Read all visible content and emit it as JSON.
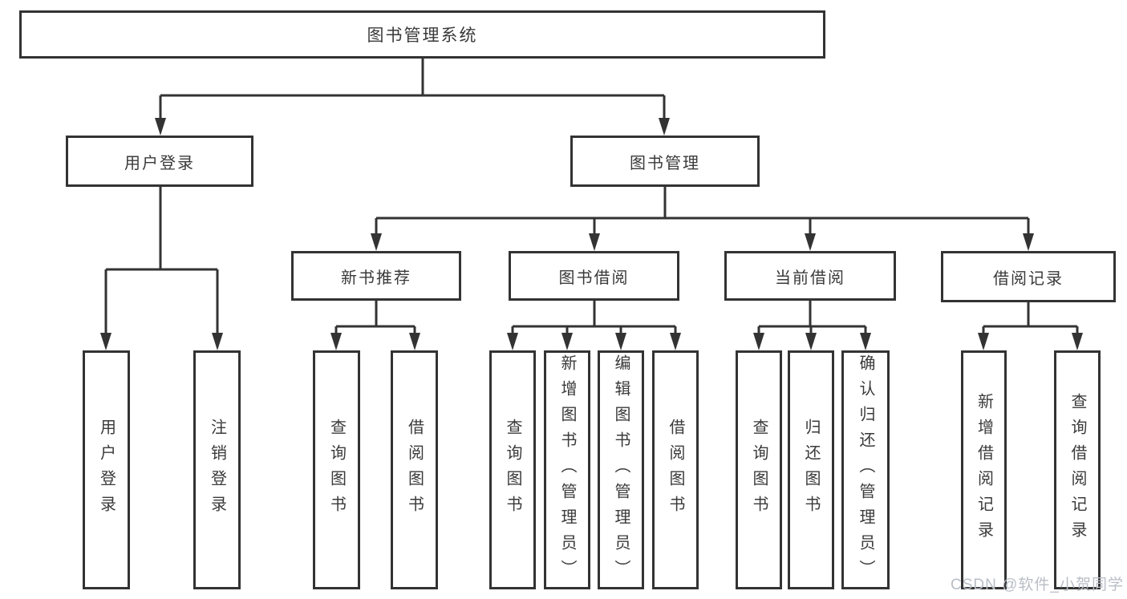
{
  "diagram": {
    "root": {
      "label": "图书管理系统"
    },
    "level2": [
      {
        "label": "用户登录"
      },
      {
        "label": "图书管理"
      }
    ],
    "level3": [
      {
        "label": "新书推荐"
      },
      {
        "label": "图书借阅"
      },
      {
        "label": "当前借阅"
      },
      {
        "label": "借阅记录"
      }
    ],
    "leaves": {
      "user": [
        "用户登录",
        "注销登录"
      ],
      "newbook": [
        "查询图书",
        "借阅图书"
      ],
      "borrow": [
        "查询图书",
        "新增图书（管理员）",
        "编辑图书（管理员）",
        "借阅图书"
      ],
      "current": [
        "查询图书",
        "归还图书",
        "确认归还（管理员）"
      ],
      "record": [
        "新增借阅记录",
        "查询借阅记录"
      ]
    }
  },
  "watermark": "CSDN @软件_小贺同学",
  "colors": {
    "line": "#333333",
    "text": "#3a3a3a",
    "watermark": "#b9bec6",
    "background": "#ffffff"
  }
}
